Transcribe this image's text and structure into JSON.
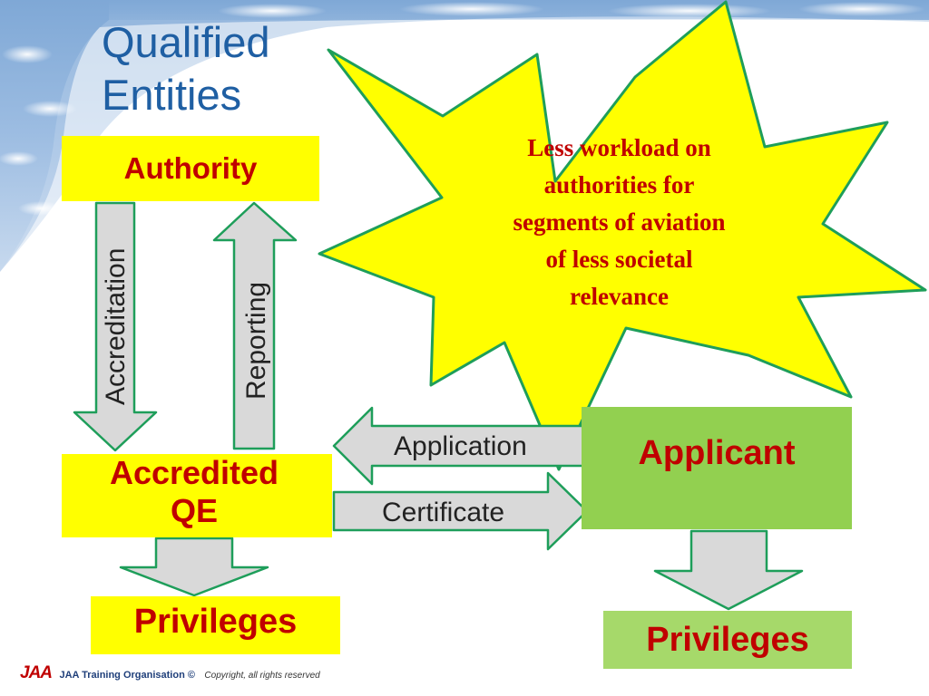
{
  "title": {
    "line1": "Qualified",
    "line2": "Entities"
  },
  "callout": {
    "lines": [
      "Less workload on",
      "authorities for",
      "segments of aviation",
      "of less societal",
      "relevance"
    ]
  },
  "boxes": {
    "authority": "Authority",
    "accredited_qe_line1": "Accredited",
    "accredited_qe_line2": "QE",
    "applicant": "Applicant",
    "privileges_left": "Privileges",
    "privileges_right": "Privileges"
  },
  "arrows": {
    "accreditation": "Accreditation",
    "reporting": "Reporting",
    "application": "Application",
    "certificate": "Certificate"
  },
  "footer": {
    "logo_text": "JAA",
    "org": "JAA Training Organisation ©",
    "copyright": "Copyright, all rights reserved"
  },
  "colors": {
    "title": "#1f5fa3",
    "box_yellow": "#ffff00",
    "box_green": "#92d050",
    "callout_fill": "#ffff00",
    "callout_stroke": "#1e9e5a",
    "emphasis_red": "#c00000",
    "arrow_fill": "#d9d9d9",
    "arrow_stroke": "#1e9e5a"
  }
}
